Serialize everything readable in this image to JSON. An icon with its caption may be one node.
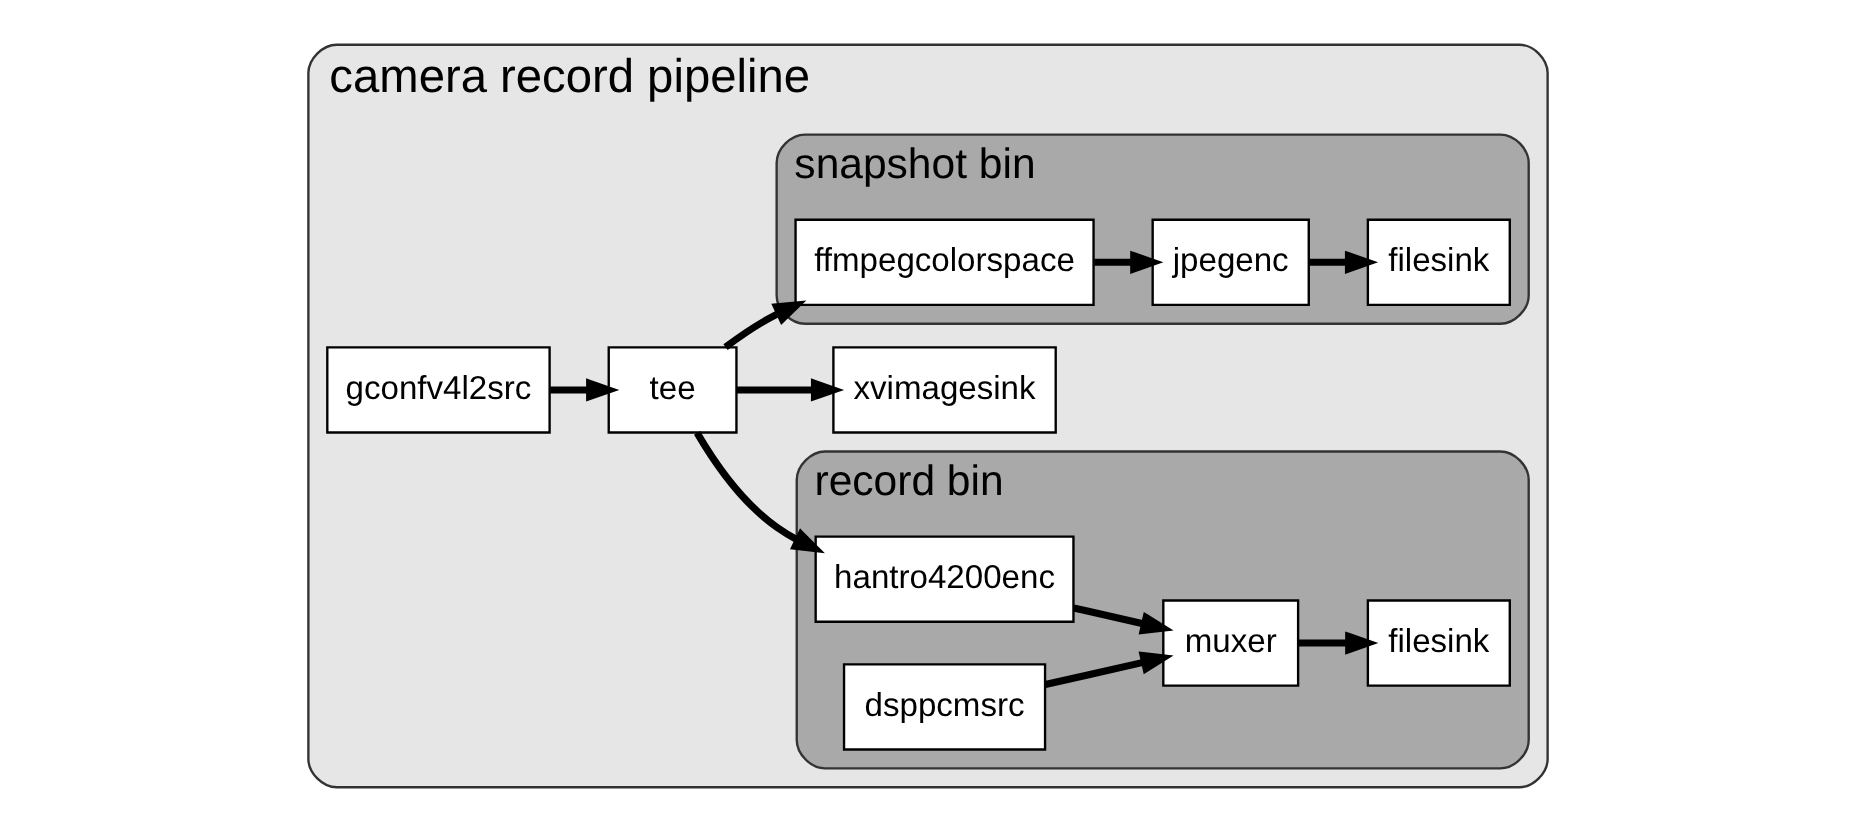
{
  "diagram": {
    "nodes": [
      {
        "text": [
          "camera record pipeline"
        ]
      },
      {
        "text": [
          "record bin"
        ],
        "in": 0
      },
      {
        "text": [
          "hantro4200enc"
        ],
        "in": 1
      },
      {
        "text": [
          "dsppcmsrc"
        ],
        "in": 1
      },
      {
        "text": [
          "muxer"
        ],
        "in": 1
      },
      {
        "text": [
          "filesink"
        ],
        "in": 1
      },
      {
        "text": [
          "gconfv4l2src"
        ],
        "in": 0
      },
      {
        "text": [
          "tee"
        ],
        "in": 0
      },
      {
        "text": [
          "xvimagesink"
        ],
        "in": 0
      },
      {
        "text": [
          "snapshot bin"
        ],
        "in": 0
      },
      {
        "text": [
          "ffmpegcolorspace"
        ],
        "in": 9
      },
      {
        "text": [
          "jpegenc"
        ],
        "in": 9
      },
      {
        "text": [
          "filesink"
        ],
        "in": 9
      }
    ],
    "edges": [
      {
        "from": 6,
        "to": 7,
        "arrow": "to"
      },
      {
        "from": 7,
        "to": 2,
        "arrow": "to"
      },
      {
        "from": 7,
        "to": 8,
        "arrow": "to"
      },
      {
        "from": 7,
        "to": 10,
        "arrow": "to"
      },
      {
        "from": 2,
        "to": 4,
        "arrow": "to"
      },
      {
        "from": 3,
        "to": 4,
        "arrow": "to"
      },
      {
        "from": 4,
        "to": 5,
        "arrow": "to"
      },
      {
        "from": 10,
        "to": 11,
        "arrow": "to"
      },
      {
        "from": 11,
        "to": 12,
        "arrow": "to"
      }
    ]
  }
}
